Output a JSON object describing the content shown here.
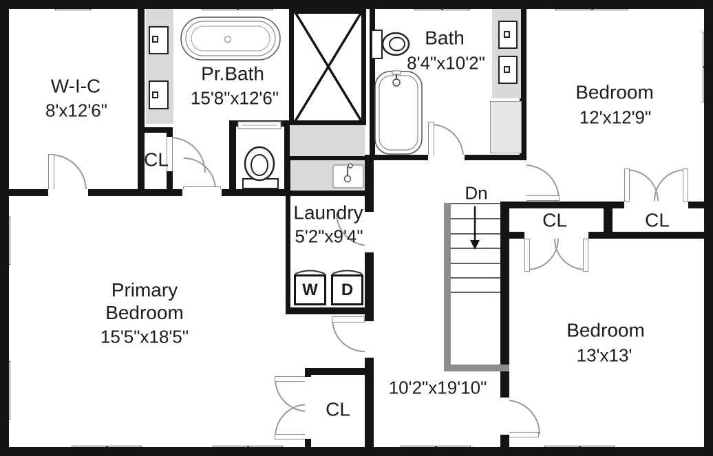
{
  "plan": {
    "rooms": {
      "wic": {
        "name": "W-I-C",
        "dims": "8'x12'6\""
      },
      "pr_bath": {
        "name": "Pr.Bath",
        "dims": "15'8\"x12'6\""
      },
      "bath": {
        "name": "Bath",
        "dims": "8'4\"x10'2\""
      },
      "bedroom_top_right": {
        "name": "Bedroom",
        "dims": "12'x12'9\""
      },
      "primary_bedroom": {
        "name": "Primary\nBedroom",
        "dims": "15'5\"x18'5\""
      },
      "bedroom_bottom_right": {
        "name": "Bedroom",
        "dims": "13'x13'"
      },
      "laundry": {
        "name": "Laundry",
        "dims": "5'2\"x9'4\""
      },
      "hall": {
        "dims": "10'2\"x19'10\""
      }
    },
    "closets": {
      "closet_pr_bath": "CL",
      "closet_left": "CL",
      "closet_right": "CL",
      "closet_bottom": "CL"
    },
    "stairs": {
      "label": "Dn"
    },
    "appliances": {
      "washer": "W",
      "dryer": "D"
    },
    "colors": {
      "wall": "#141414",
      "counter": "#d9d9d9",
      "stair_rail": "#8d8d8d"
    }
  }
}
